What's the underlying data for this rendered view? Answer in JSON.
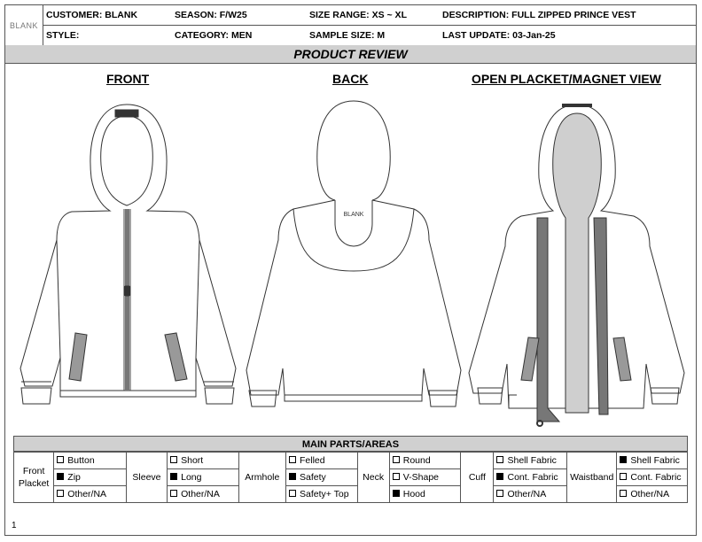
{
  "header": {
    "logo": "BLANK",
    "customer": "CUSTOMER: BLANK",
    "season": "SEASON: F/W25",
    "size_range": "SIZE RANGE: XS ~ XL",
    "description": "DESCRIPTION: FULL ZIPPED PRINCE VEST",
    "style": "STYLE:",
    "category": "CATEGORY: MEN",
    "sample_size": "SAMPLE SIZE: M",
    "last_update": "LAST UPDATE: 03-Jan-25"
  },
  "title": "PRODUCT REVIEW",
  "views": {
    "front": "FRONT",
    "back": "BACK",
    "open": "OPEN PLACKET/MAGNET VIEW",
    "back_label": "BLANK"
  },
  "parts": {
    "heading": "MAIN PARTS/AREAS",
    "groups": [
      {
        "name": "Front Placket",
        "options": [
          {
            "label": "Button",
            "checked": false
          },
          {
            "label": "Zip",
            "checked": true
          },
          {
            "label": "Other/NA",
            "checked": false
          }
        ]
      },
      {
        "name": "Sleeve",
        "options": [
          {
            "label": "Short",
            "checked": false
          },
          {
            "label": "Long",
            "checked": true
          },
          {
            "label": "Other/NA",
            "checked": false
          }
        ]
      },
      {
        "name": "Armhole",
        "options": [
          {
            "label": "Felled",
            "checked": false
          },
          {
            "label": "Safety",
            "checked": true
          },
          {
            "label": "Safety+ Top",
            "checked": false
          }
        ]
      },
      {
        "name": "Neck",
        "options": [
          {
            "label": "Round",
            "checked": false
          },
          {
            "label": "V-Shape",
            "checked": false
          },
          {
            "label": "Hood",
            "checked": true
          }
        ]
      },
      {
        "name": "Cuff",
        "options": [
          {
            "label": "Shell Fabric",
            "checked": false
          },
          {
            "label": "Cont. Fabric",
            "checked": true
          },
          {
            "label": "Other/NA",
            "checked": false
          }
        ]
      },
      {
        "name": "Waistband",
        "options": [
          {
            "label": "Shell Fabric",
            "checked": true
          },
          {
            "label": "Cont. Fabric",
            "checked": false
          },
          {
            "label": "Other/NA",
            "checked": false
          }
        ]
      }
    ]
  },
  "page_number": "1"
}
